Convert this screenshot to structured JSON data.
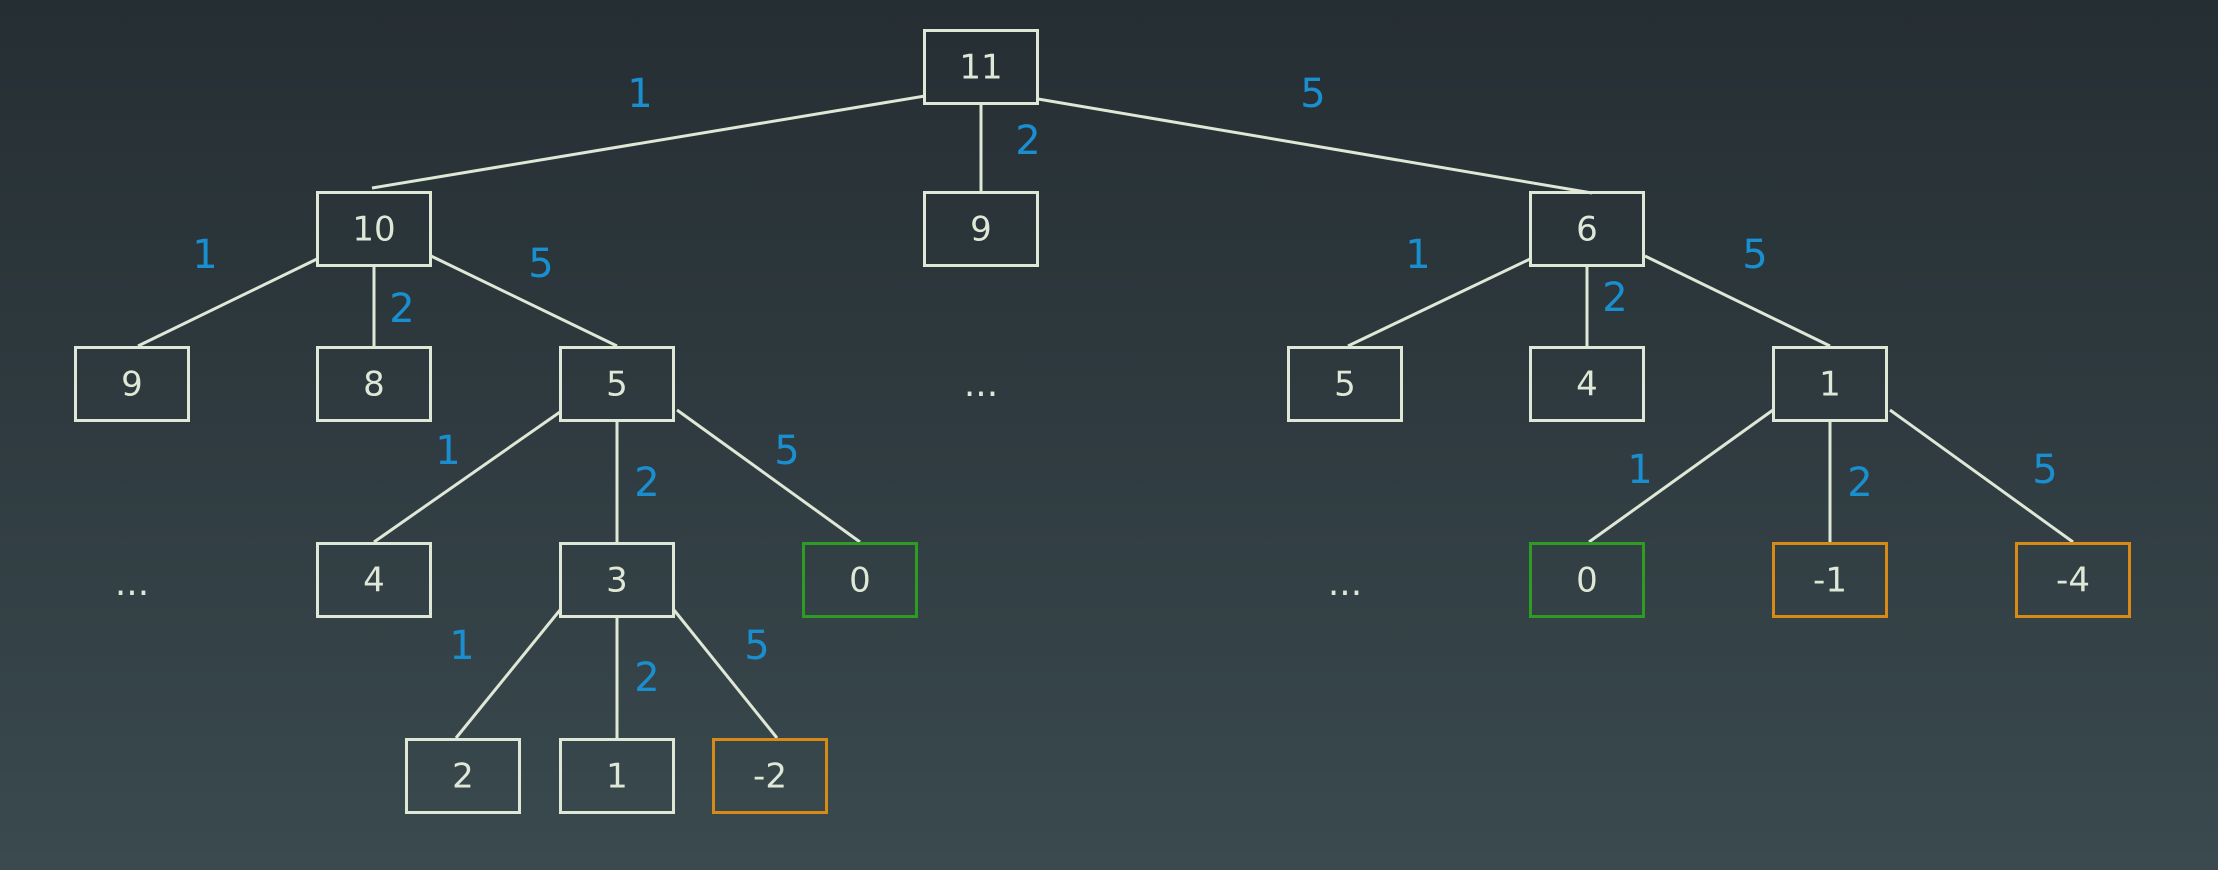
{
  "colors": {
    "default": "#dfe8d6",
    "zero": "#2e9b22",
    "negative": "#d88a17",
    "edge_label": "#1a8fd0"
  },
  "nodes": [
    {
      "id": "n11",
      "label": "11",
      "status": "default"
    },
    {
      "id": "n10",
      "label": "10",
      "status": "default"
    },
    {
      "id": "n9a",
      "label": "9",
      "status": "default"
    },
    {
      "id": "n6",
      "label": "6",
      "status": "default"
    },
    {
      "id": "n9b",
      "label": "9",
      "status": "default"
    },
    {
      "id": "n8",
      "label": "8",
      "status": "default"
    },
    {
      "id": "n5a",
      "label": "5",
      "status": "default"
    },
    {
      "id": "n5b",
      "label": "5",
      "status": "default"
    },
    {
      "id": "n4a",
      "label": "4",
      "status": "default"
    },
    {
      "id": "n1a",
      "label": "1",
      "status": "default"
    },
    {
      "id": "n4b",
      "label": "4",
      "status": "default"
    },
    {
      "id": "n3",
      "label": "3",
      "status": "default"
    },
    {
      "id": "n0a",
      "label": "0",
      "status": "zero"
    },
    {
      "id": "n0b",
      "label": "0",
      "status": "zero"
    },
    {
      "id": "nm1",
      "label": "-1",
      "status": "negative"
    },
    {
      "id": "nm4",
      "label": "-4",
      "status": "negative"
    },
    {
      "id": "n2",
      "label": "2",
      "status": "default"
    },
    {
      "id": "n1b",
      "label": "1",
      "status": "default"
    },
    {
      "id": "nm2",
      "label": "-2",
      "status": "negative"
    }
  ],
  "edges": [
    {
      "from": "n11",
      "to": "n10",
      "label": "1"
    },
    {
      "from": "n11",
      "to": "n9a",
      "label": "2"
    },
    {
      "from": "n11",
      "to": "n6",
      "label": "5"
    },
    {
      "from": "n10",
      "to": "n9b",
      "label": "1"
    },
    {
      "from": "n10",
      "to": "n8",
      "label": "2"
    },
    {
      "from": "n10",
      "to": "n5a",
      "label": "5"
    },
    {
      "from": "n6",
      "to": "n5b",
      "label": "1"
    },
    {
      "from": "n6",
      "to": "n4a",
      "label": "2"
    },
    {
      "from": "n6",
      "to": "n1a",
      "label": "5"
    },
    {
      "from": "n5a",
      "to": "n4b",
      "label": "1"
    },
    {
      "from": "n5a",
      "to": "n3",
      "label": "2"
    },
    {
      "from": "n5a",
      "to": "n0a",
      "label": "5"
    },
    {
      "from": "n1a",
      "to": "n0b",
      "label": "1"
    },
    {
      "from": "n1a",
      "to": "nm1",
      "label": "2"
    },
    {
      "from": "n1a",
      "to": "nm4",
      "label": "5"
    },
    {
      "from": "n3",
      "to": "n2",
      "label": "1"
    },
    {
      "from": "n3",
      "to": "n1b",
      "label": "2"
    },
    {
      "from": "n3",
      "to": "nm2",
      "label": "5"
    }
  ],
  "ellipses": [
    {
      "id": "e1",
      "label": "..."
    },
    {
      "id": "e2",
      "label": "..."
    },
    {
      "id": "e3",
      "label": "..."
    }
  ]
}
